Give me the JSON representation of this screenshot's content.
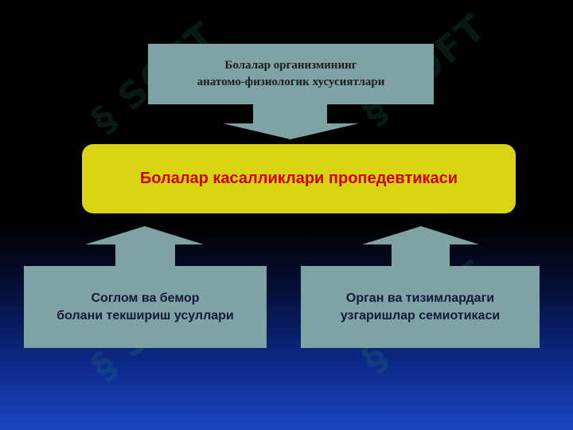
{
  "diagram": {
    "top_box": {
      "line1": "Болалар организмининг",
      "line2": "анатомо-физиологик хусусиятлари"
    },
    "center_box": {
      "text": "Болалар касалликлари пропедевтикаси"
    },
    "left_box": {
      "line1": "Соглом ва бемор",
      "line2": "болани текшириш усуллари"
    },
    "right_box": {
      "line1": "Орган ва тизимлардаги",
      "line2": "узгаришлар семиотикаси"
    }
  },
  "watermark": {
    "text": "SOFT"
  },
  "colors": {
    "box_fill": "#7fa3a5",
    "center_fill": "#d8d414",
    "center_text": "#d00000",
    "background_bottom": "#1a46c0"
  }
}
